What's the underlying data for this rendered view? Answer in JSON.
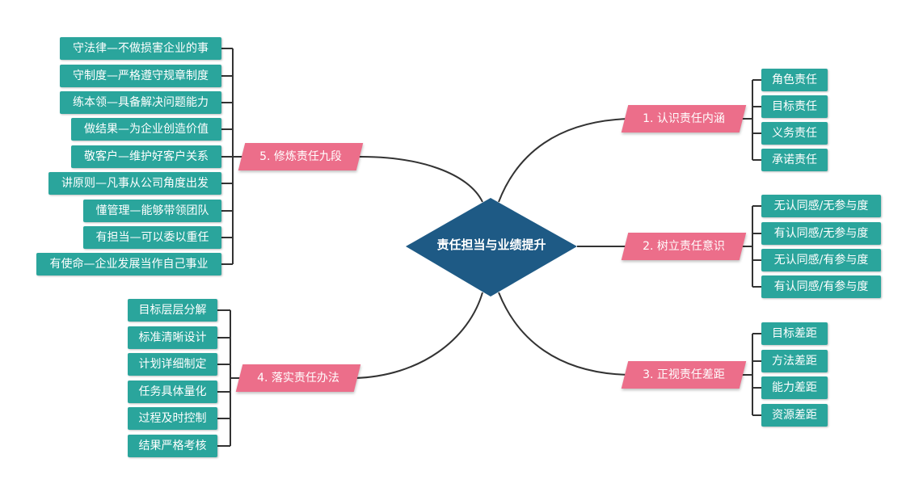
{
  "center": {
    "label": "责任担当与业绩提升"
  },
  "colors": {
    "center": "#1e5a85",
    "branch": "#ec6e8a",
    "leaf": "#2aa59c",
    "line": "#333333"
  },
  "branches": [
    {
      "label": "1. 认识责任内涵",
      "items": [
        "角色责任",
        "目标责任",
        "义务责任",
        "承诺责任"
      ]
    },
    {
      "label": "2. 树立责任意识",
      "items": [
        "无认同感/无参与度",
        "有认同感/无参与度",
        "无认同感/有参与度",
        "有认同感/有参与度"
      ]
    },
    {
      "label": "3. 正视责任差距",
      "items": [
        "目标差距",
        "方法差距",
        "能力差距",
        "资源差距"
      ]
    },
    {
      "label": "4. 落实责任办法",
      "items": [
        "目标层层分解",
        "标准清晰设计",
        "计划详细制定",
        "任务具体量化",
        "过程及时控制",
        "结果严格考核"
      ]
    },
    {
      "label": "5. 修炼责任九段",
      "items": [
        "守法律—不做损害企业的事",
        "守制度—严格遵守规章制度",
        "练本领—具备解决问题能力",
        "做结果—为企业创造价值",
        "敬客户—维护好客户关系",
        "讲原则—凡事从公司角度出发",
        "懂管理—能够带领团队",
        "有担当—可以委以重任",
        "有使命—企业发展当作自己事业"
      ]
    }
  ]
}
